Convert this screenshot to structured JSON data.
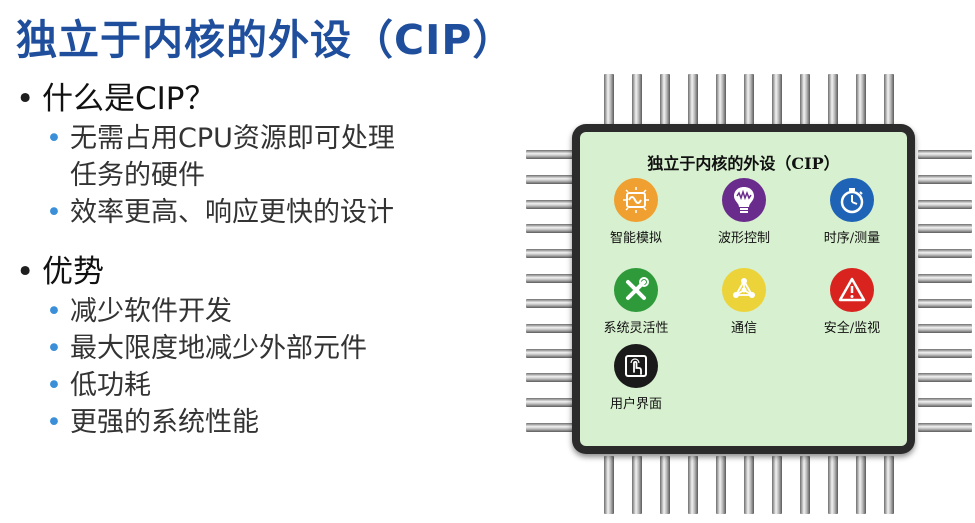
{
  "slide": {
    "title": "独立于内核的外设（CIP）",
    "bullets": [
      {
        "text": "什么是CIP？",
        "subs": [
          "无需占用CPU资源即可处理",
          "任务的硬件",
          "效率更高、响应更快的设计"
        ]
      },
      {
        "text": "优势",
        "subs": [
          "减少软件开发",
          "最大限度地减少外部元件",
          "低功耗",
          "更强的系统性能"
        ]
      }
    ]
  },
  "chip": {
    "title": "独立于内核的外设（CIP）",
    "icons": [
      {
        "label": "智能模拟",
        "icon": "analog-waveform-icon",
        "color": "#f0a030"
      },
      {
        "label": "波形控制",
        "icon": "lightbulb-icon",
        "color": "#6a2c8c"
      },
      {
        "label": "时序/测量",
        "icon": "stopwatch-icon",
        "color": "#1e63b5"
      },
      {
        "label": "系统灵活性",
        "icon": "tools-icon",
        "color": "#2e9a3a"
      },
      {
        "label": "通信",
        "icon": "network-icon",
        "color": "#ecd33a"
      },
      {
        "label": "安全/监视",
        "icon": "warning-icon",
        "color": "#d9231f"
      },
      {
        "label": "用户界面",
        "icon": "touchscreen-icon",
        "color": "#1a1a1a"
      }
    ]
  }
}
